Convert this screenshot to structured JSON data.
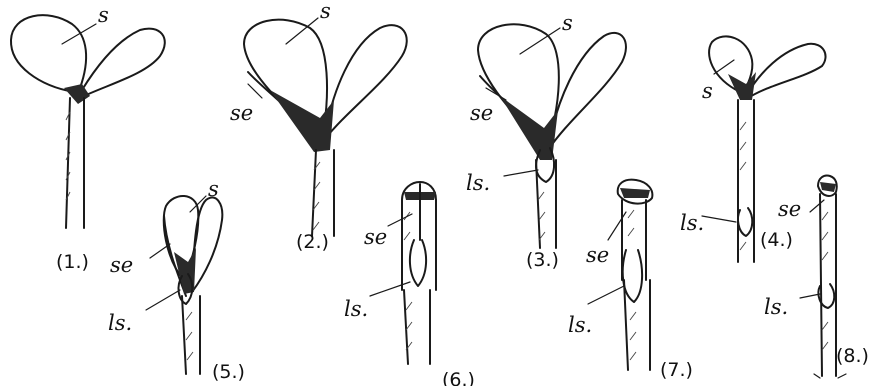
{
  "figures": [
    {
      "number": "(1.)",
      "labels": [
        "s"
      ]
    },
    {
      "number": "(2.)",
      "labels": [
        "s",
        "se"
      ]
    },
    {
      "number": "(3.)",
      "labels": [
        "s",
        "se",
        "ls."
      ]
    },
    {
      "number": "(4.)",
      "labels": [
        "s",
        "ls."
      ]
    },
    {
      "number": "(5.)",
      "labels": [
        "s",
        "se",
        "ls."
      ]
    },
    {
      "number": "(6.)",
      "labels": [
        "se",
        "ls."
      ]
    },
    {
      "number": "(7.)",
      "labels": [
        "se",
        "ls."
      ]
    },
    {
      "number": "(8.)",
      "labels": [
        "se",
        "ls."
      ]
    }
  ]
}
